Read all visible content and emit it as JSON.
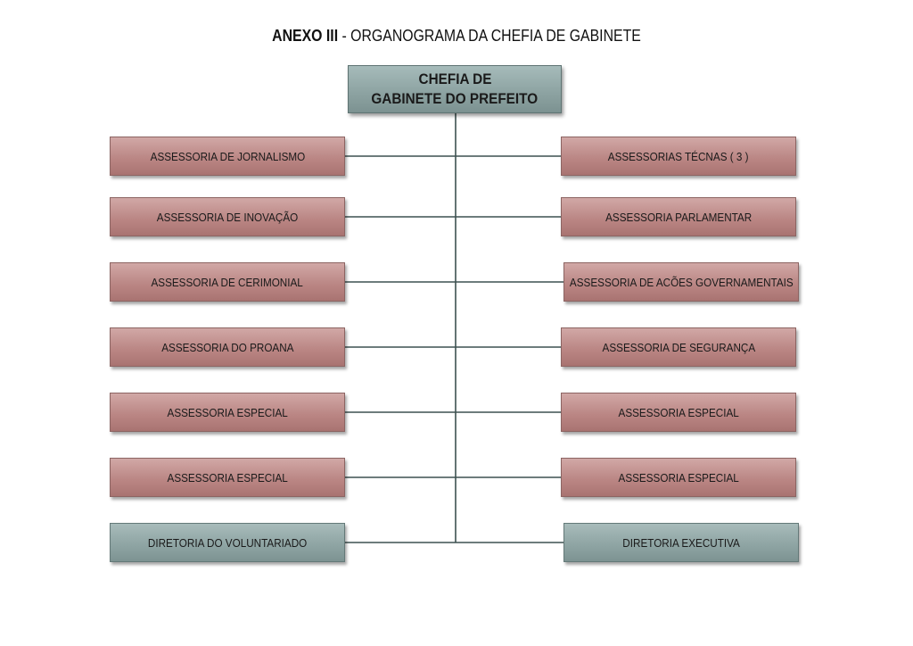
{
  "title": {
    "bold": "ANEXO III",
    "rest": " - ORGANOGRAMA DA CHEFIA DE GABINETE"
  },
  "head": {
    "line1": "CHEFIA DE",
    "line2": "GABINETE DO PREFEITO"
  },
  "left": [
    "ASSESSORIA DE JORNALISMO",
    "ASSESSORIA DE INOVAÇÃO",
    "ASSESSORIA DE CERIMONIAL",
    "ASSESSORIA DO PROANA",
    "ASSESSORIA ESPECIAL",
    "ASSESSORIA ESPECIAL",
    "DIRETORIA DO VOLUNTARIADO"
  ],
  "right": [
    "ASSESSORIAS TÉCNAS ( 3 )",
    "ASSESSORIA PARLAMENTAR",
    "ASSESSORIA DE ACÕES GOVERNAMENTAIS",
    "ASSESSORIA DE SEGURANÇA",
    "ASSESSORIA ESPECIAL",
    "ASSESSORIA ESPECIAL",
    "DIRETORIA EXECUTIVA"
  ],
  "colors": {
    "rose": "#bb8785",
    "slate": "#8fa5a4",
    "connector": "#3d5150"
  }
}
